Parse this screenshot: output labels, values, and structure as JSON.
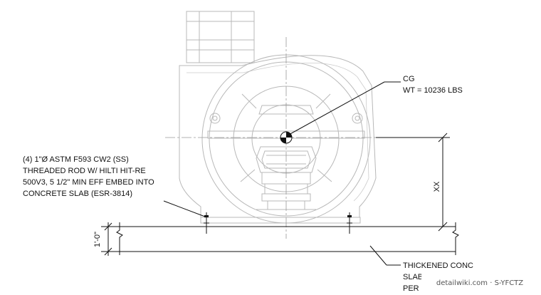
{
  "labels": {
    "cg_title": "CG",
    "cg_weight": "WT = 10236 LBS",
    "rod_note": [
      "(4) 1\"Ø ASTM F593 CW2 (SS)",
      "THREADED ROD W/ HILTI HIT-RE",
      "500V3, 5 1/2\" MIN EFF EMBED INTO",
      "CONCRETE SLAB (ESR-3814)"
    ],
    "slab_note": [
      "THICKENED CONC",
      "SLAB",
      "PER"
    ],
    "dim_vertical": "XX",
    "dim_slab": "1'-0\"",
    "watermark": "detailwiki.com · S-YFCTZ"
  },
  "colors": {
    "equipment_line": "#b8b8b8",
    "linework": "#111111",
    "background": "#ffffff"
  }
}
